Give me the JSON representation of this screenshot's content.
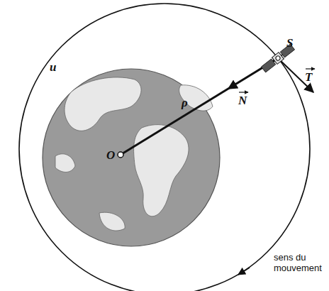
{
  "diagram": {
    "labels": [
      "u",
      "S",
      "N",
      "T",
      "ρ",
      "O",
      "sens du mouvement"
    ]
  }
}
